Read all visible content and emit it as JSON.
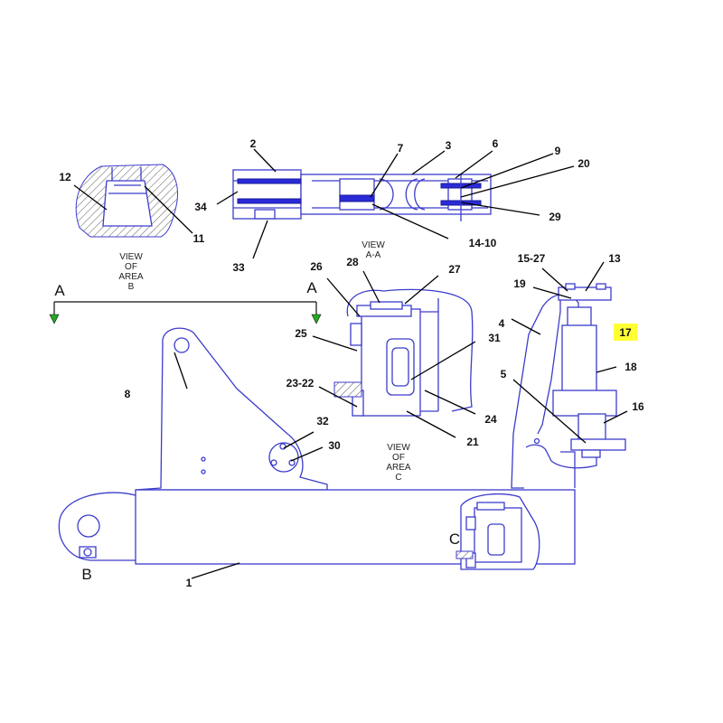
{
  "diagram": {
    "callouts": {
      "c1": "1",
      "c2": "2",
      "c3": "3",
      "c4": "4",
      "c5": "5",
      "c6": "6",
      "c7": "7",
      "c8": "8",
      "c9": "9",
      "c11": "11",
      "c12": "12",
      "c13": "13",
      "c14_10": "14-10",
      "c15_27": "15-27",
      "c16": "16",
      "c17": "17",
      "c18": "18",
      "c19": "19",
      "c20": "20",
      "c21": "21",
      "c23_22": "23-22",
      "c24": "24",
      "c25": "25",
      "c26": "26",
      "c27": "27",
      "c28": "28",
      "c29": "29",
      "c30": "30",
      "c31": "31",
      "c32": "32",
      "c33": "33",
      "c34": "34"
    },
    "highlighted_callout": "17",
    "highlight_color": "#ffff33",
    "line_color": "#3c3ccc",
    "arrow_color": "#22aa22",
    "section_letters": {
      "a_left": "A",
      "a_right": "A",
      "b": "B",
      "c": "C"
    },
    "view_labels": {
      "area_b": [
        "VIEW",
        "OF",
        "AREA",
        "B"
      ],
      "a_a": [
        "VIEW",
        "A-A"
      ],
      "area_c": [
        "VIEW",
        "OF",
        "AREA",
        "C"
      ]
    }
  }
}
